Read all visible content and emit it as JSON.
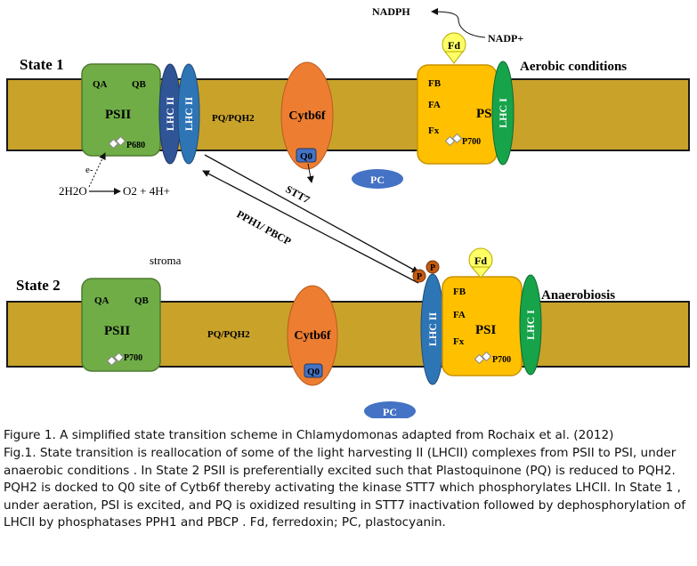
{
  "state1": {
    "title": "State 1",
    "condition": "Aerobic conditions",
    "psii": {
      "label": "PSII",
      "qa": "QA",
      "qb": "QB",
      "center": "P680"
    },
    "lhc2_a": "LHC II",
    "lhc2_b": "LHC II",
    "pq": "PQ/PQH2",
    "cytb6f": "Cytb6f",
    "q0": "Q0",
    "psi": {
      "label": "PSI",
      "fb": "FB",
      "fa": "FA",
      "fx": "Fx",
      "center": "P700"
    },
    "lhc1": "LHC I",
    "fd": "Fd",
    "nadph": "NADPH",
    "nadp": "NADP+",
    "pc": "PC",
    "water": {
      "electron": "e-",
      "h2o": "2H2O",
      "products": "O2 + 4H+"
    }
  },
  "arrows": {
    "stt7": "STT7",
    "pph1": "PPH1/ PBCP",
    "p": "P"
  },
  "stroma": "stroma",
  "state2": {
    "title": "State 2",
    "condition": "Anaerobiosis",
    "psii": {
      "label": "PSII",
      "qa": "QA",
      "qb": "QB",
      "center": "P700"
    },
    "pq": "PQ/PQH2",
    "cytb6f": "Cytb6f",
    "q0": "Q0",
    "lhc2": "LHC II",
    "psi": {
      "label": "PSI",
      "fb": "FB",
      "fa": "FA",
      "fx": "Fx",
      "center": "P700"
    },
    "lhc1": "LHC I",
    "fd": "Fd",
    "pc": "PC"
  },
  "caption": {
    "title": "Figure 1. A simplified state transition scheme in Chlamydomonas adapted from Rochaix et al. (2012)",
    "body": "Fig.1. State transition is reallocation of some of the light harvesting II (LHCII) complexes from PSII to PSI, under anaerobic conditions . In State 2 PSII is preferentially excited such that Plastoquinone (PQ) is reduced to PQH2. PQH2 is docked to Q0 site of Cytb6f thereby activating the kinase STT7 which phosphorylates LHCII. In State 1 , under aeration, PSI is excited, and PQ is oxidized resulting in STT7 inactivation followed by dephosphorylation of  LHCII  by phosphatases  PPH1 and PBCP . Fd, ferredoxin; PC, plastocyanin."
  },
  "colors": {
    "membrane": "#c9a22a",
    "psii": "#70ad47",
    "lhc2_dark": "#2f5597",
    "lhc2": "#2e75b6",
    "cytb6f": "#ed7d31",
    "psi": "#ffc000",
    "lhc1": "#17a34a",
    "fd": "#ffff66",
    "pc": "#4472c4",
    "phospho": "#c55a11"
  }
}
